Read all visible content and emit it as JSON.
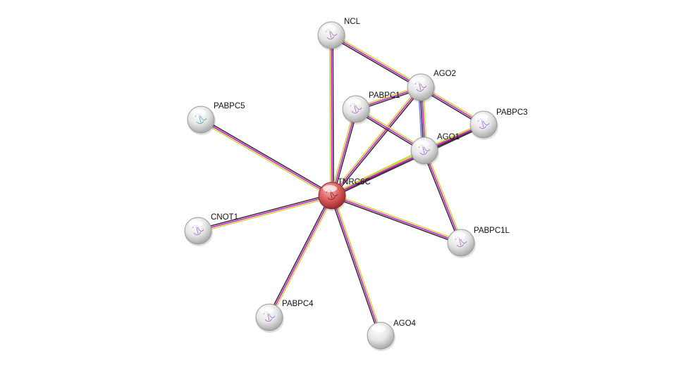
{
  "nodes": [
    {
      "id": "TNRC6C",
      "label": "TNRC6C",
      "query": true
    },
    {
      "id": "NCL",
      "label": "NCL"
    },
    {
      "id": "AGO2",
      "label": "AGO2"
    },
    {
      "id": "PABPC1",
      "label": "PABPC1"
    },
    {
      "id": "PABPC3",
      "label": "PABPC3"
    },
    {
      "id": "AGO1",
      "label": "AGO1"
    },
    {
      "id": "PABPC5",
      "label": "PABPC5"
    },
    {
      "id": "CNOT1",
      "label": "CNOT1"
    },
    {
      "id": "PABPC1L",
      "label": "PABPC1L"
    },
    {
      "id": "PABPC4",
      "label": "PABPC4"
    },
    {
      "id": "AGO4",
      "label": "AGO4"
    }
  ],
  "edges": [
    {
      "a": "TNRC6C",
      "b": "NCL",
      "evidence": [
        "textmining",
        "experiments",
        "coexpression"
      ]
    },
    {
      "a": "TNRC6C",
      "b": "PABPC1",
      "evidence": [
        "textmining",
        "experiments",
        "coexpression"
      ]
    },
    {
      "a": "TNRC6C",
      "b": "AGO2",
      "evidence": [
        "textmining",
        "experiments",
        "coexpression"
      ]
    },
    {
      "a": "TNRC6C",
      "b": "AGO1",
      "evidence": [
        "textmining",
        "experiments",
        "coexpression"
      ]
    },
    {
      "a": "TNRC6C",
      "b": "PABPC3",
      "evidence": [
        "textmining",
        "experiments",
        "coexpression"
      ]
    },
    {
      "a": "TNRC6C",
      "b": "PABPC5",
      "evidence": [
        "textmining",
        "experiments",
        "coexpression"
      ]
    },
    {
      "a": "TNRC6C",
      "b": "CNOT1",
      "evidence": [
        "textmining",
        "experiments",
        "coexpression"
      ]
    },
    {
      "a": "TNRC6C",
      "b": "PABPC1L",
      "evidence": [
        "textmining",
        "experiments",
        "coexpression"
      ]
    },
    {
      "a": "TNRC6C",
      "b": "PABPC4",
      "evidence": [
        "textmining",
        "experiments",
        "coexpression"
      ]
    },
    {
      "a": "TNRC6C",
      "b": "AGO4",
      "evidence": [
        "textmining",
        "experiments",
        "coexpression"
      ]
    },
    {
      "a": "NCL",
      "b": "AGO2",
      "evidence": [
        "textmining",
        "experiments",
        "coexpression"
      ]
    },
    {
      "a": "PABPC1",
      "b": "AGO2",
      "evidence": [
        "textmining",
        "experiments",
        "coexpression"
      ]
    },
    {
      "a": "PABPC1",
      "b": "AGO1",
      "evidence": [
        "textmining",
        "experiments",
        "coexpression"
      ]
    },
    {
      "a": "AGO2",
      "b": "AGO1",
      "evidence": [
        "textmining",
        "experiments",
        "coexpression",
        "homology"
      ]
    },
    {
      "a": "AGO2",
      "b": "PABPC3",
      "evidence": [
        "textmining",
        "experiments",
        "coexpression"
      ]
    },
    {
      "a": "AGO1",
      "b": "PABPC3",
      "evidence": [
        "textmining",
        "experiments",
        "coexpression"
      ]
    },
    {
      "a": "AGO1",
      "b": "PABPC1L",
      "evidence": [
        "textmining",
        "experiments",
        "coexpression"
      ]
    }
  ],
  "colors": {
    "textmining": "#c6d93a",
    "experiments": "#d21ad2",
    "coexpression": "#333333",
    "homology": "#6f75f0",
    "query_node": "#d9484c",
    "node": "#e4e4e4"
  }
}
